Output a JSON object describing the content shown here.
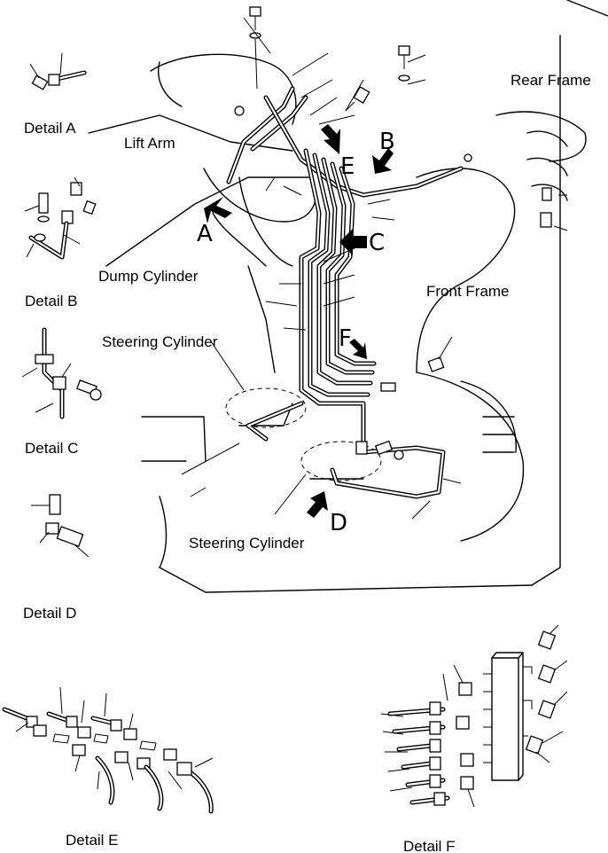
{
  "labels": {
    "detail_a": "Detail A",
    "detail_b": "Detail B",
    "detail_c": "Detail C",
    "detail_d": "Detail D",
    "detail_e": "Detail E",
    "detail_f": "Detail F",
    "lift_arm": "Lift Arm",
    "dump_cylinder": "Dump Cylinder",
    "steering_cylinder_upper": "Steering Cylinder",
    "steering_cylinder_lower": "Steering Cylinder",
    "front_frame": "Front Frame",
    "rear_frame": "Rear Frame"
  },
  "callouts": {
    "a": "A",
    "b": "B",
    "c": "C",
    "d": "D",
    "e": "E",
    "f": "F"
  }
}
